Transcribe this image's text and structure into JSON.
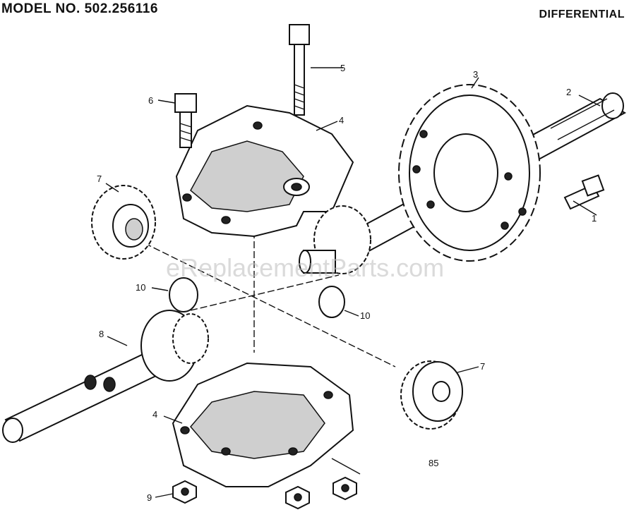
{
  "header": {
    "model": "MODEL NO. 502.256116",
    "section": "DIFFERENTIAL"
  },
  "watermark": "eReplacementParts.com",
  "figure_code": "85",
  "callouts": [
    {
      "id": "c1",
      "label": "1"
    },
    {
      "id": "c2",
      "label": "2"
    },
    {
      "id": "c3",
      "label": "3"
    },
    {
      "id": "c4a",
      "label": "4"
    },
    {
      "id": "c4b",
      "label": "4"
    },
    {
      "id": "c5",
      "label": "5"
    },
    {
      "id": "c6",
      "label": "6"
    },
    {
      "id": "c7a",
      "label": "7"
    },
    {
      "id": "c7b",
      "label": "7"
    },
    {
      "id": "c8",
      "label": "8"
    },
    {
      "id": "c9",
      "label": "9"
    },
    {
      "id": "c10a",
      "label": "10"
    },
    {
      "id": "c10b",
      "label": "10"
    }
  ]
}
